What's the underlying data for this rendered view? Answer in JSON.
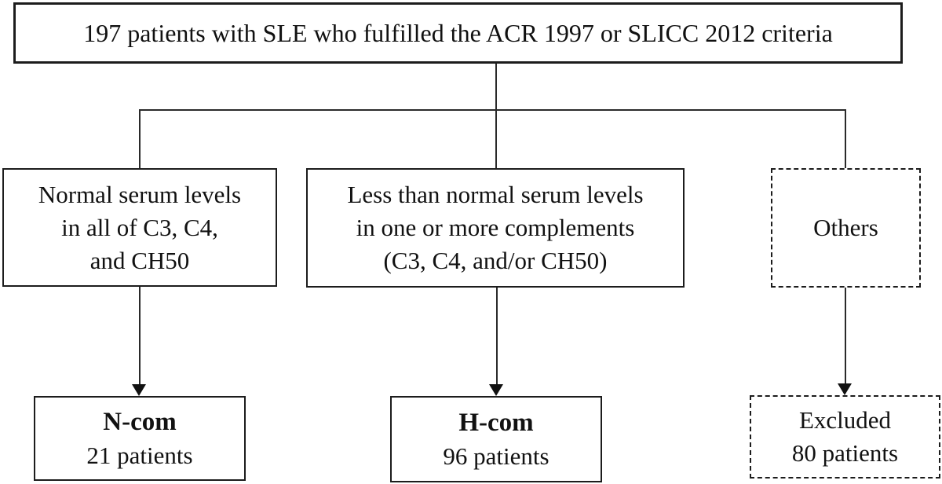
{
  "figure": {
    "background": "#ffffff",
    "ink_color": "#111111",
    "line_color": "#2a2a2a",
    "root_box": {
      "text": "197 patients with SLE who fulfilled the ACR 1997 or SLICC 2012 criteria"
    },
    "criteria_boxes": [
      {
        "id": "normal-complement",
        "border": "solid",
        "lines": [
          "Normal serum levels",
          "in all of C3, C4,",
          "and CH50"
        ]
      },
      {
        "id": "low-complement",
        "border": "solid",
        "lines": [
          "Less than normal serum levels",
          "in one or more complements",
          "(C3, C4, and/or CH50)"
        ]
      },
      {
        "id": "others",
        "border": "dashed",
        "lines": [
          "Others"
        ]
      }
    ],
    "outcome_boxes": [
      {
        "id": "n-com",
        "border": "solid",
        "title": "N-com",
        "count": "21 patients",
        "title_bold": true
      },
      {
        "id": "h-com",
        "border": "solid",
        "title": "H-com",
        "count": "96 patients",
        "title_bold": true
      },
      {
        "id": "excluded",
        "border": "dashed",
        "title": "Excluded",
        "count": "80 patients",
        "title_bold": false
      }
    ]
  }
}
